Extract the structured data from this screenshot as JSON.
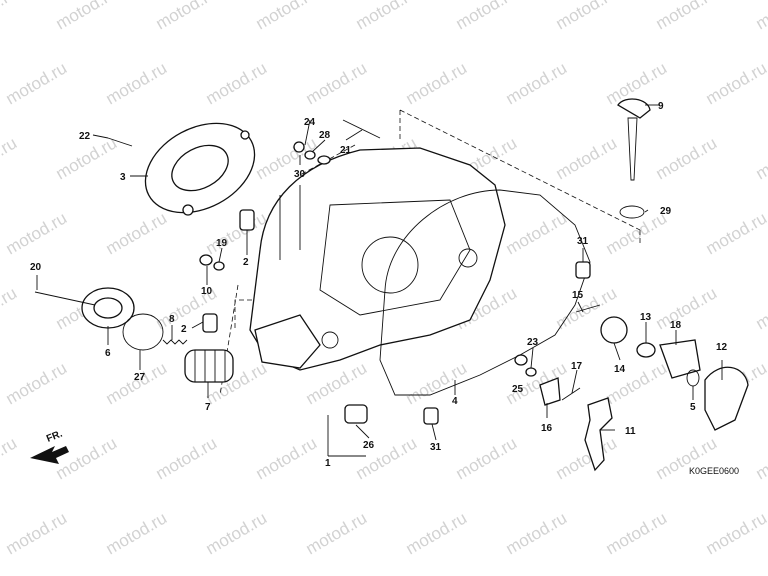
{
  "watermark_text": "motod.ru",
  "figure_code": "K0GEE0600",
  "front_label": "FR.",
  "callouts": [
    "1",
    "2",
    "2",
    "3",
    "4",
    "5",
    "6",
    "7",
    "8",
    "9",
    "10",
    "11",
    "12",
    "13",
    "14",
    "15",
    "16",
    "17",
    "18",
    "19",
    "20",
    "21",
    "22",
    "23",
    "24",
    "25",
    "26",
    "27",
    "28",
    "29",
    "30",
    "31",
    "31"
  ],
  "colors": {
    "line": "#111111",
    "watermark": "#d2d2d2",
    "background": "#ffffff"
  }
}
